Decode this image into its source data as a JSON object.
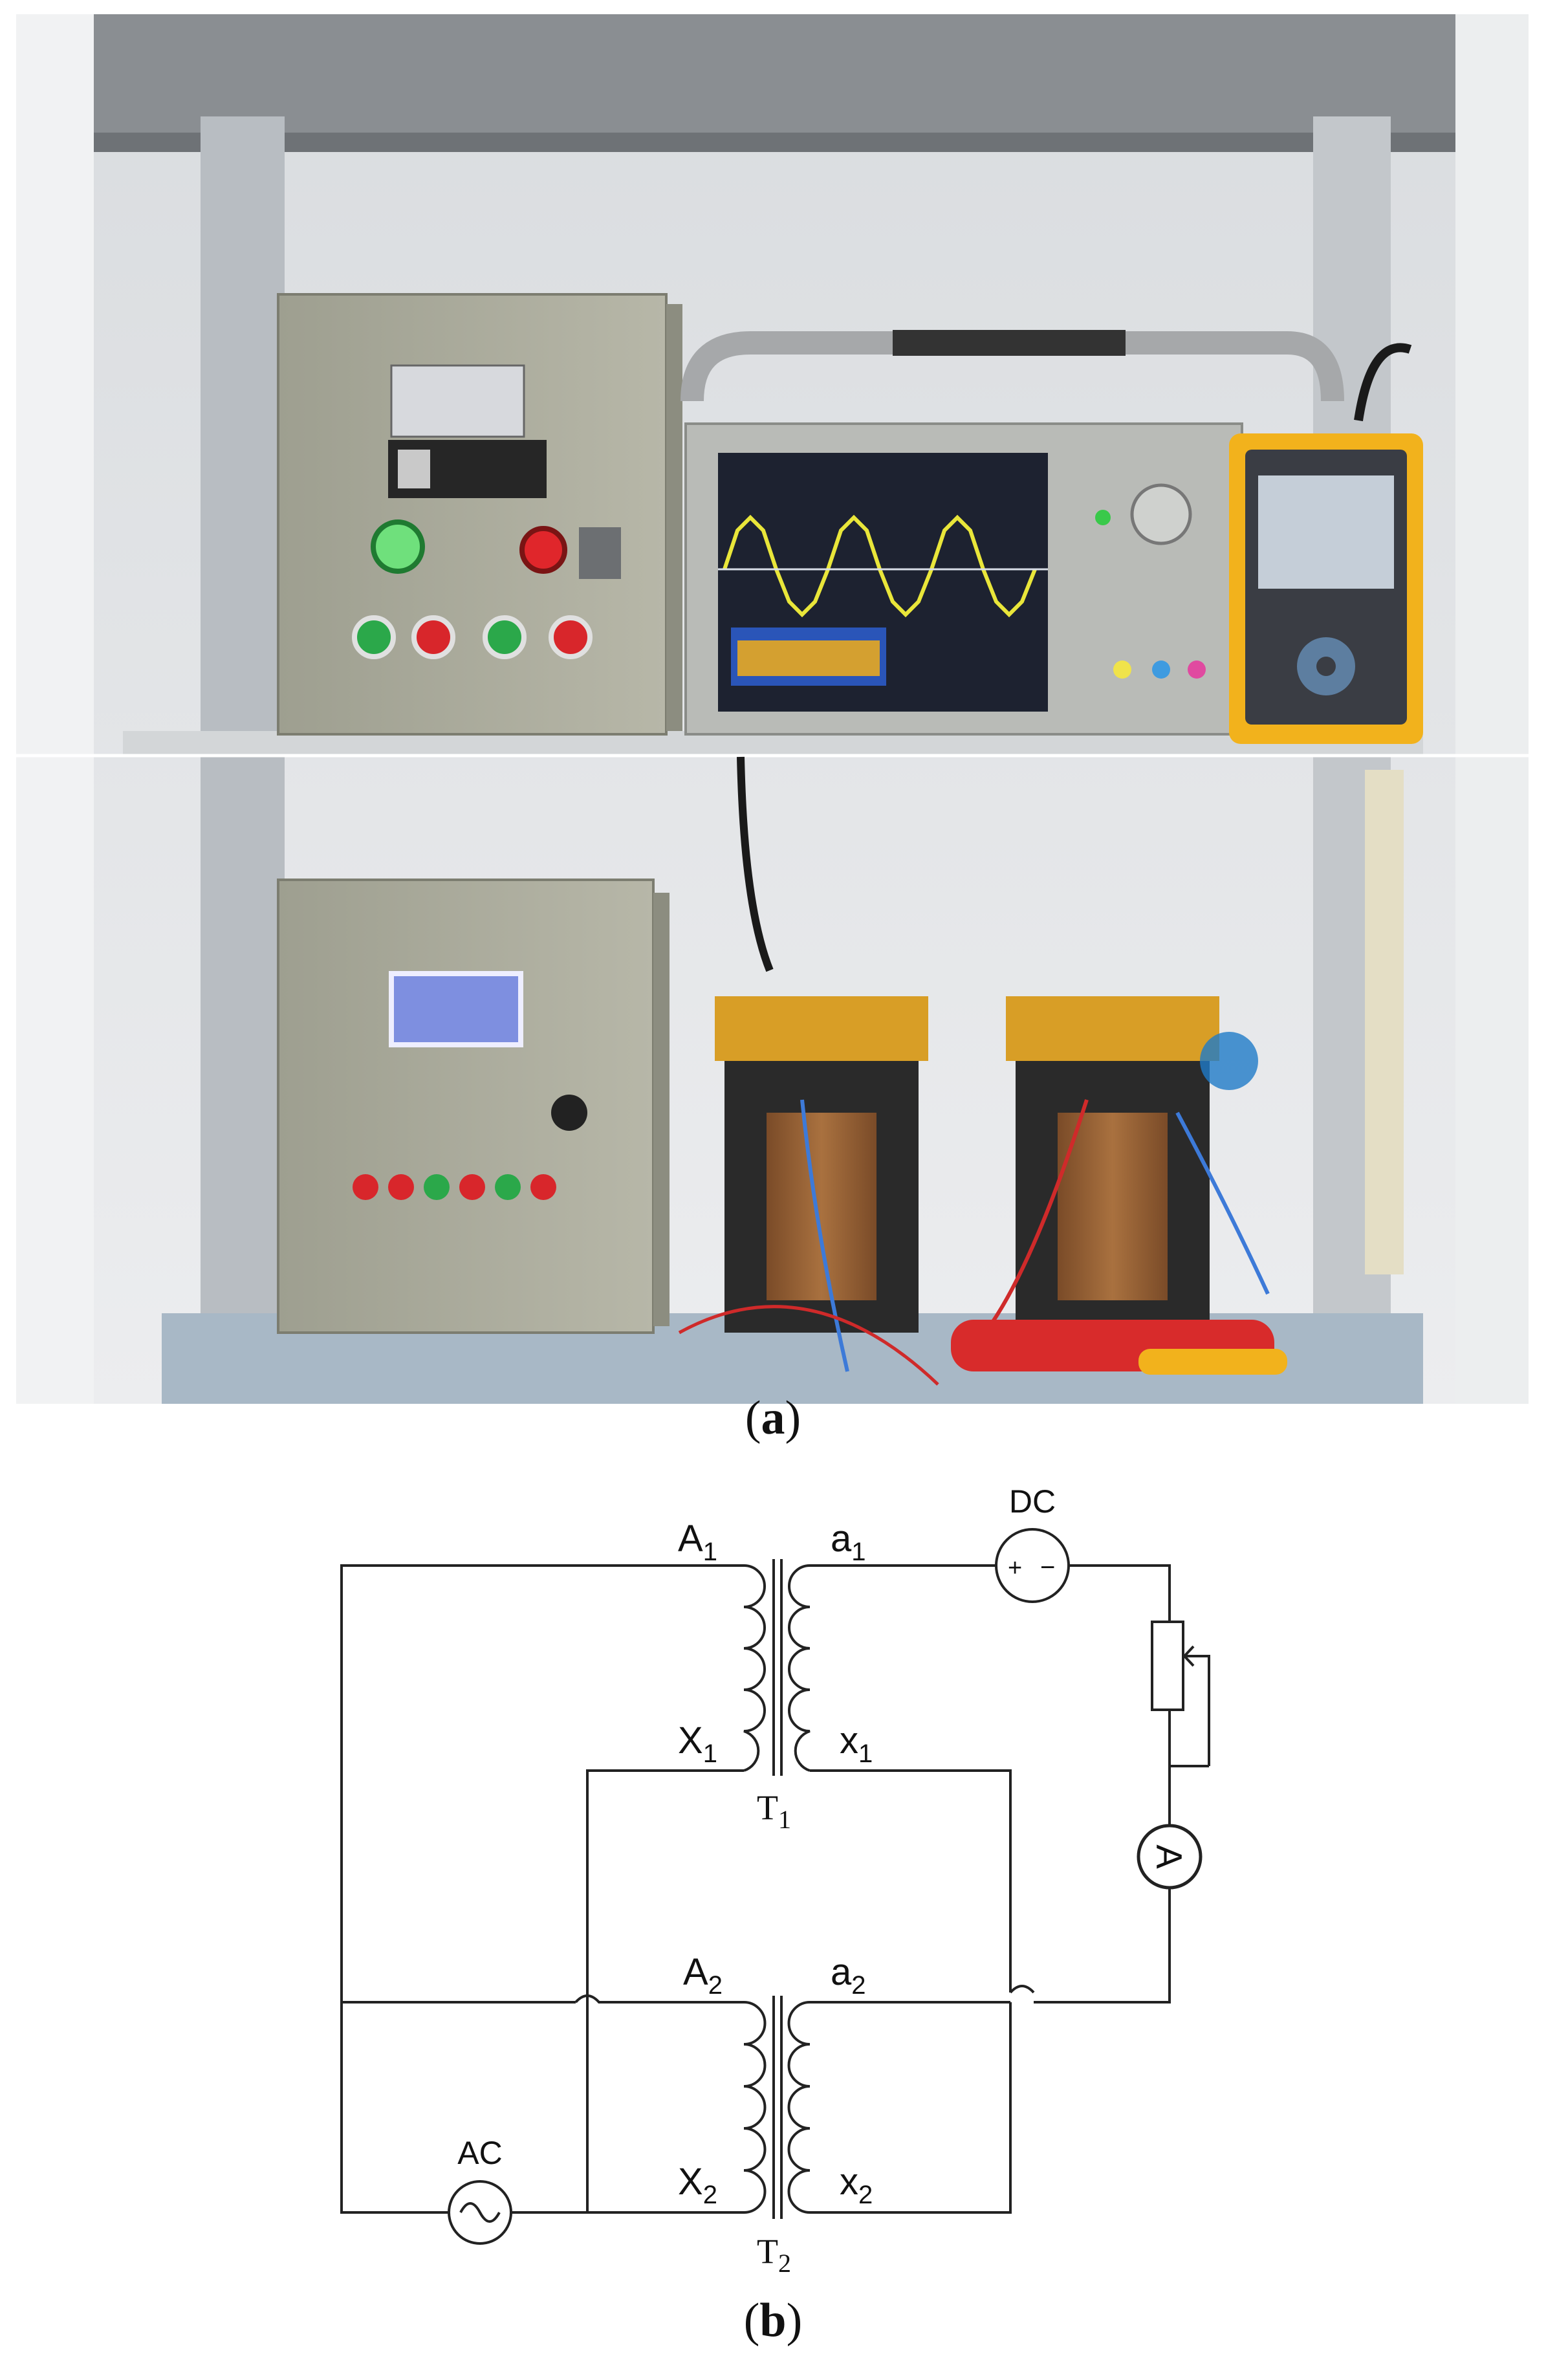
{
  "captions": {
    "a": {
      "open": "(",
      "letter": "a",
      "close": ")"
    },
    "b": {
      "open": "(",
      "letter": "b",
      "close": ")"
    }
  },
  "circuit": {
    "top_transformer": {
      "name": {
        "base": "T",
        "sub": "1"
      },
      "primary_top": {
        "base": "A",
        "sub": "1"
      },
      "primary_bottom": {
        "base": "X",
        "sub": "1"
      },
      "secondary_top": {
        "base": "a",
        "sub": "1"
      },
      "secondary_bottom": {
        "base": "x",
        "sub": "1"
      }
    },
    "bottom_transformer": {
      "name": {
        "base": "T",
        "sub": "2"
      },
      "primary_top": {
        "base": "A",
        "sub": "2"
      },
      "primary_bottom": {
        "base": "X",
        "sub": "2"
      },
      "secondary_top": {
        "base": "a",
        "sub": "2"
      },
      "secondary_bottom": {
        "base": "x",
        "sub": "2"
      }
    },
    "dc_source": {
      "label": "DC",
      "plus": "+",
      "minus": "−"
    },
    "ac_source": {
      "label": "AC"
    },
    "ammeter": {
      "label": "A"
    }
  },
  "colors": {
    "cabinet": "#a9a99a",
    "wall": "#e6e8ea",
    "shelf_blue": "#6b8fb5",
    "led_green": "#2ba84a",
    "led_red": "#d8262b",
    "meter_yellow": "#f2b21c",
    "scope_trace": "#e9e63a"
  }
}
